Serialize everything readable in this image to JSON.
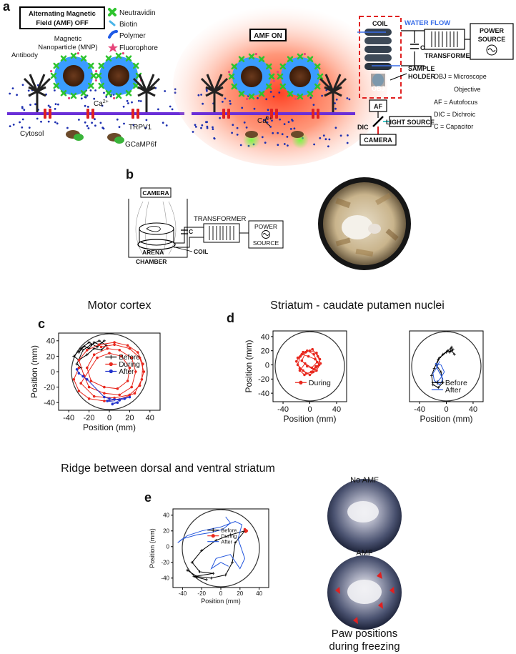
{
  "panel_labels": {
    "a": "a",
    "b": "b",
    "c": "c",
    "d": "d",
    "e": "e"
  },
  "panel_a": {
    "amf_off_line1": "Alternating Magnetic",
    "amf_off_line2": "Field (AMF) OFF",
    "legend": {
      "neutravidin": "Neutravidin",
      "biotin": "Biotin",
      "polymer": "Polymer",
      "fluorophore": "Fluorophore"
    },
    "mnp_line1": "Magnetic",
    "mnp_line2": "Nanoparticle (MNP)",
    "antibody": "Antibody",
    "ca": "Ca",
    "ca_sup": "2+",
    "trpv1": "TRPV1",
    "cytosol": "Cytosol",
    "gcamp": "GCaMP6f",
    "amf_on": "AMF ON",
    "setup": {
      "coil": "COIL",
      "water_flow": "WATER FLOW",
      "capacitor": "C",
      "transformer": "TRANSFORMER",
      "power_line1": "POWER",
      "power_line2": "SOURCE",
      "sample_line1": "SAMPLE",
      "sample_line2": "HOLDER",
      "obj": "OBJ",
      "af": "AF",
      "dic": "DIC",
      "light_source": "LIGHT SOURCE",
      "camera": "CAMERA",
      "abbrev": [
        "OBJ = Microscope",
        "Objective",
        "AF = Autofocus",
        "DIC = Dichroic",
        "C = Capacitor"
      ]
    }
  },
  "panel_b": {
    "camera": "CAMERA",
    "capacitor": "C",
    "transformer": "TRANSFORMER",
    "power_line1": "POWER",
    "power_line2": "SOURCE",
    "arena": "ARENA",
    "coil": "COIL",
    "chamber": "CHAMBER"
  },
  "panel_c_title": "Motor cortex",
  "panel_d_title": "Striatum - caudate putamen nuclei",
  "panel_e_title": "Ridge between dorsal and ventral striatum",
  "photos": {
    "no_amf": "No AMF",
    "amf": "AMF",
    "caption_line1": "Paw positions",
    "caption_line2": "during freezing"
  },
  "chart_data": [
    {
      "type": "line",
      "id": "c",
      "xlabel": "Position (mm)",
      "ylabel": "Position (mm)",
      "xticks": [
        -40,
        -20,
        0,
        20,
        40
      ],
      "yticks": [
        -40,
        -20,
        0,
        20,
        40
      ],
      "xlim": [
        -50,
        50
      ],
      "ylim": [
        -50,
        50
      ],
      "legend_position": "upper-right inside",
      "series": [
        {
          "name": "Before",
          "color": "#000000",
          "marker": "plus",
          "points": [
            [
              -30,
              25
            ],
            [
              -25,
              33
            ],
            [
              -20,
              30
            ],
            [
              -15,
              38
            ],
            [
              -10,
              35
            ],
            [
              -5,
              40
            ],
            [
              -12,
              32
            ],
            [
              -20,
              38
            ],
            [
              -28,
              30
            ],
            [
              -35,
              20
            ],
            [
              -30,
              15
            ],
            [
              -22,
              22
            ],
            [
              -15,
              30
            ],
            [
              -8,
              28
            ],
            [
              -3,
              34
            ],
            [
              -10,
              40
            ],
            [
              -18,
              35
            ],
            [
              -26,
              28
            ],
            [
              -32,
              10
            ],
            [
              -28,
              5
            ]
          ]
        },
        {
          "name": "During",
          "color": "#e8281e",
          "marker": "circle",
          "points": [
            [
              -30,
              5
            ],
            [
              -35,
              -10
            ],
            [
              -30,
              -25
            ],
            [
              -20,
              -35
            ],
            [
              -5,
              -38
            ],
            [
              10,
              -36
            ],
            [
              25,
              -28
            ],
            [
              32,
              -10
            ],
            [
              33,
              10
            ],
            [
              28,
              25
            ],
            [
              18,
              34
            ],
            [
              5,
              38
            ],
            [
              -10,
              35
            ],
            [
              -22,
              28
            ],
            [
              -30,
              15
            ],
            [
              -25,
              -5
            ],
            [
              -20,
              -20
            ],
            [
              -5,
              -28
            ],
            [
              10,
              -30
            ],
            [
              22,
              -20
            ],
            [
              26,
              0
            ],
            [
              22,
              18
            ],
            [
              10,
              28
            ],
            [
              -2,
              30
            ],
            [
              -15,
              22
            ],
            [
              -22,
              5
            ],
            [
              -18,
              -12
            ],
            [
              -5,
              -20
            ],
            [
              8,
              -22
            ],
            [
              18,
              -12
            ],
            [
              20,
              5
            ],
            [
              12,
              20
            ],
            [
              0,
              24
            ],
            [
              -12,
              18
            ],
            [
              -28,
              -15
            ],
            [
              -15,
              -32
            ],
            [
              5,
              -34
            ],
            [
              20,
              -30
            ],
            [
              30,
              -18
            ],
            [
              34,
              0
            ],
            [
              30,
              18
            ],
            [
              20,
              30
            ],
            [
              5,
              35
            ],
            [
              -8,
              32
            ]
          ]
        },
        {
          "name": "After",
          "color": "#2233cc",
          "marker": "circle",
          "points": [
            [
              -32,
              3
            ],
            [
              -30,
              -2
            ],
            [
              -26,
              -6
            ],
            [
              -22,
              -10
            ],
            [
              -5,
              -33
            ],
            [
              0,
              -35
            ],
            [
              5,
              -36
            ],
            [
              10,
              -37
            ],
            [
              15,
              -35
            ],
            [
              20,
              -33
            ],
            [
              -2,
              -38
            ],
            [
              8,
              -40
            ],
            [
              3,
              -42
            ]
          ]
        }
      ]
    },
    {
      "type": "line",
      "id": "d_left",
      "xlabel": "Position (mm)",
      "ylabel": "Position (mm)",
      "xticks": [
        -40,
        0,
        40
      ],
      "yticks": [
        -40,
        -20,
        0,
        20,
        40
      ],
      "xlim": [
        -55,
        55
      ],
      "ylim": [
        -52,
        48
      ],
      "legend_position": "lower-center inside",
      "series": [
        {
          "name": "During",
          "color": "#e8281e",
          "marker": "circle",
          "points": [
            [
              -18,
              10
            ],
            [
              -10,
              18
            ],
            [
              0,
              20
            ],
            [
              10,
              17
            ],
            [
              15,
              8
            ],
            [
              12,
              -2
            ],
            [
              5,
              -10
            ],
            [
              -5,
              -12
            ],
            [
              -15,
              -5
            ],
            [
              -20,
              5
            ],
            [
              -12,
              15
            ],
            [
              -2,
              12
            ],
            [
              8,
              8
            ],
            [
              14,
              0
            ],
            [
              6,
              -6
            ],
            [
              -4,
              -2
            ],
            [
              -12,
              6
            ],
            [
              -6,
              18
            ],
            [
              4,
              22
            ],
            [
              12,
              12
            ],
            [
              16,
              2
            ],
            [
              10,
              -8
            ],
            [
              0,
              -14
            ],
            [
              -10,
              -8
            ],
            [
              -18,
              0
            ],
            [
              -14,
              12
            ],
            [
              -4,
              20
            ],
            [
              6,
              15
            ],
            [
              11,
              4
            ],
            [
              3,
              -4
            ],
            [
              -7,
              2
            ],
            [
              -15,
              -8
            ],
            [
              -8,
              -14
            ],
            [
              2,
              -10
            ],
            [
              9,
              -2
            ]
          ]
        }
      ]
    },
    {
      "type": "line",
      "id": "d_right",
      "xlabel": "Position (mm)",
      "ylabel": "",
      "xticks": [
        -40,
        0,
        40
      ],
      "yticks": [],
      "xlim": [
        -55,
        55
      ],
      "ylim": [
        -52,
        48
      ],
      "legend_position": "lower-center inside",
      "series": [
        {
          "name": "Before",
          "color": "#000000",
          "marker": "plus",
          "points": [
            [
              10,
              22
            ],
            [
              5,
              18
            ],
            [
              8,
              25
            ],
            [
              2,
              20
            ],
            [
              -5,
              15
            ],
            [
              -12,
              8
            ],
            [
              -18,
              -5
            ],
            [
              -22,
              -15
            ],
            [
              -20,
              -28
            ],
            [
              -12,
              -32
            ],
            [
              -5,
              -25
            ],
            [
              -8,
              -10
            ],
            [
              -15,
              0
            ],
            [
              -10,
              10
            ],
            [
              0,
              18
            ],
            [
              8,
              20
            ],
            [
              12,
              15
            ]
          ]
        },
        {
          "name": "After",
          "color": "#2255dd",
          "marker": "none",
          "points": [
            [
              -10,
              5
            ],
            [
              -15,
              -5
            ],
            [
              -20,
              -12
            ],
            [
              -18,
              -22
            ],
            [
              -10,
              -28
            ],
            [
              -5,
              -20
            ],
            [
              -12,
              -8
            ],
            [
              -16,
              2
            ],
            [
              -8,
              0
            ],
            [
              -3,
              -10
            ],
            [
              -8,
              -18
            ],
            [
              -14,
              -25
            ]
          ]
        }
      ]
    },
    {
      "type": "line",
      "id": "e",
      "xlabel": "Position (mm)",
      "ylabel": "Position (mm)",
      "xticks": [
        -40,
        -20,
        0,
        20,
        40
      ],
      "yticks": [
        -40,
        -20,
        0,
        20,
        40
      ],
      "xlim": [
        -50,
        50
      ],
      "ylim": [
        -52,
        48
      ],
      "legend_position": "upper-center inside",
      "series": [
        {
          "name": "Before",
          "color": "#000000",
          "marker": "plus",
          "points": [
            [
              -35,
              -30
            ],
            [
              -25,
              -38
            ],
            [
              -10,
              -40
            ],
            [
              5,
              -36
            ],
            [
              12,
              -20
            ],
            [
              15,
              5
            ],
            [
              25,
              20
            ],
            [
              10,
              15
            ],
            [
              -5,
              8
            ],
            [
              -20,
              -5
            ],
            [
              -30,
              -20
            ],
            [
              -22,
              -32
            ],
            [
              -8,
              -34
            ],
            [
              -28,
              -38
            ],
            [
              -15,
              -42
            ]
          ]
        },
        {
          "name": "During",
          "color": "#e8281e",
          "marker": "circle",
          "points": [
            [
              25,
              22
            ],
            [
              26,
              21
            ],
            [
              27,
              20
            ],
            [
              26,
              19
            ]
          ]
        },
        {
          "name": "After",
          "color": "#2255dd",
          "marker": "none",
          "points": [
            [
              5,
              38
            ],
            [
              10,
              30
            ],
            [
              2,
              22
            ],
            [
              -10,
              18
            ],
            [
              -25,
              15
            ],
            [
              -40,
              10
            ],
            [
              -45,
              5
            ],
            [
              -35,
              14
            ],
            [
              -20,
              20
            ],
            [
              0,
              25
            ],
            [
              15,
              32
            ],
            [
              22,
              28
            ],
            [
              18,
              10
            ],
            [
              25,
              -15
            ],
            [
              20,
              -28
            ],
            [
              10,
              -10
            ],
            [
              -5,
              -15
            ],
            [
              -10,
              -28
            ],
            [
              0,
              -20
            ],
            [
              8,
              -25
            ]
          ]
        }
      ]
    }
  ]
}
